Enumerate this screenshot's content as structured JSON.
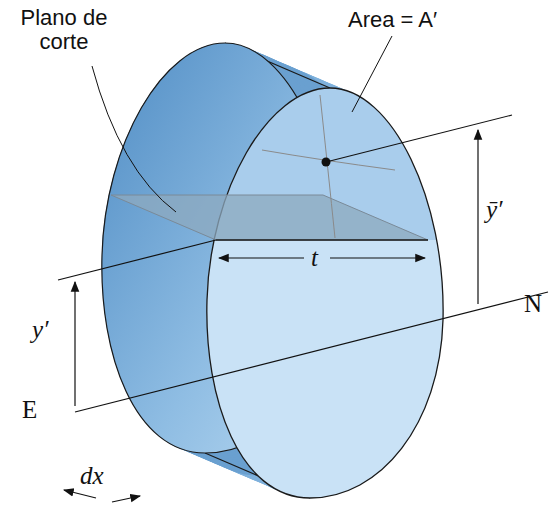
{
  "diagram": {
    "labels": [
      "Plano de corte",
      "Area = A′",
      "ȳ′",
      "t",
      "N",
      "y′",
      "E",
      "dx"
    ]
  }
}
